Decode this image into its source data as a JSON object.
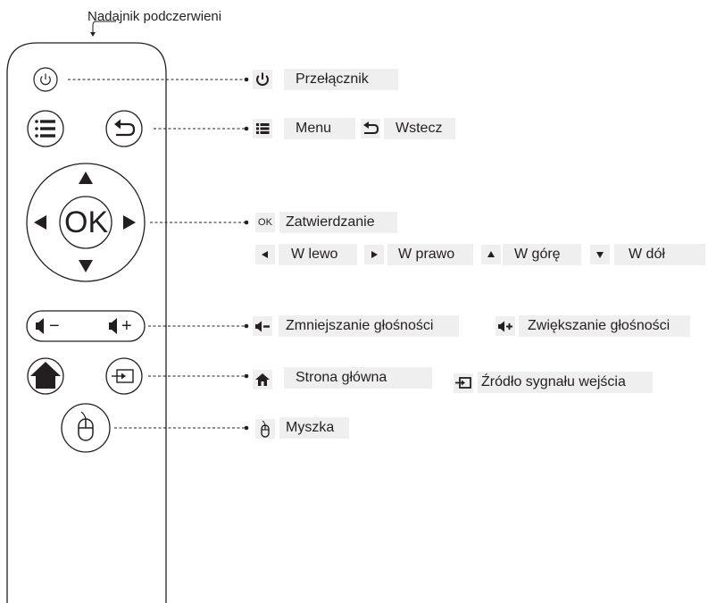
{
  "ir_label": "Nadajnik podczerwieni",
  "remote": {
    "ok_label": "OK",
    "vol_minus_glyph": "−",
    "vol_plus_glyph": "+"
  },
  "legend": {
    "power": "Przełącznik",
    "menu": "Menu",
    "back": "Wstecz",
    "ok_icon": "OK",
    "confirm": "Zatwierdzanie",
    "left": "W lewo",
    "right": "W prawo",
    "up": "W górę",
    "down": "W dół",
    "vol_down": "Zmniejszanie głośności",
    "vol_up": "Zwiększanie głośności",
    "home": "Strona główna",
    "source": "Źródło sygnału wejścia",
    "mouse": "Myszka"
  },
  "colors": {
    "ink": "#231f20",
    "label_bg": "#efefef"
  }
}
